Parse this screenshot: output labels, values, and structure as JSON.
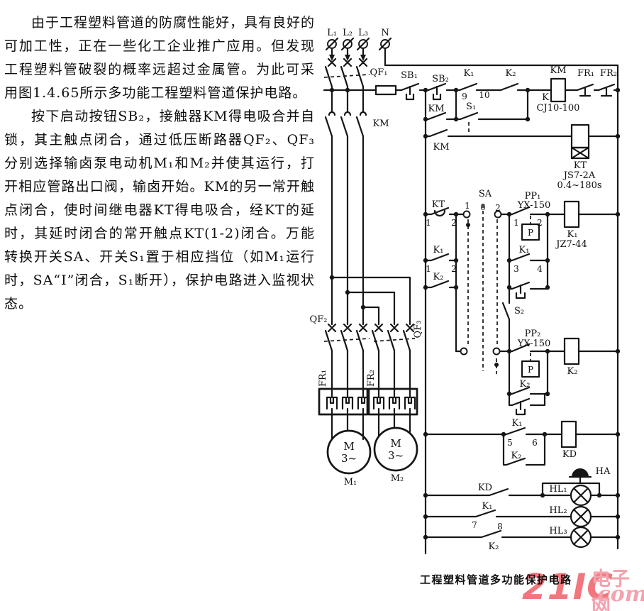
{
  "article": {
    "paragraph_1": "由于工程塑料管道的防腐性能好，具有良好的可加工性，正在一些化工企业推广应用。但发现工程塑料管破裂的概率远超过金属管。为此可采用图1.4.65所示多功能工程塑料管道保护电路。",
    "paragraph_2": "按下启动按钮SB₂，接触器KM得电吸合并自锁，其主触点闭合，通过低压断路器QF₂、QF₃分别选择输卤泵电动机M₁和M₂并使其运行，打开相应管路出口阀，输卤开始。KM的另一常开触点闭合，使时间继电器KT得电吸合，经KT的延时，其延时闭合的常开触点KT(1-2)闭合。万能转换开关SA、开关S₁置于相应挡位（如M₁运行时，SA“I”闭合，S₁断开），保护电路进入监视状态。"
  },
  "figure": {
    "caption": "工程塑料管道多功能保护电路",
    "watermark": {
      "brand": "21IC",
      "suffix": ".com",
      "site_name": "电子网",
      "color_primary": "#f0545e",
      "color_secondary": "#f5a2ae"
    },
    "labels": {
      "l1": "L₁",
      "l2": "L₂",
      "l3": "L₃",
      "n": "N",
      "qf1": "QF₁",
      "qf2": "QF₂",
      "qf3": "QF₃",
      "km_main": "KM",
      "sb1": "SB₁",
      "sb2": "SB₂",
      "km_selflock": "KM",
      "s1": "S₁",
      "k1_910": "K₁",
      "t9": "9",
      "t10": "10",
      "k2_910": "K₂",
      "km_coil": "KM",
      "km_coil_k": "K",
      "km_coil_model": "CJ10-100",
      "fr1_contact": "FR₁",
      "fr2_contact": "FR₂",
      "km_rung2": "KM",
      "kt_coil": "KT",
      "kt_model": "JS7-2A",
      "kt_range": "0.4~180s",
      "kt_contact": "KT",
      "kt_t1": "1",
      "kt_t2": "2",
      "k1_12": "K₁",
      "k1_t1": "1",
      "k1_t2": "2",
      "k2_row": "K₂",
      "sa": "SA",
      "sa_1": "1",
      "sa_0": "0",
      "sa_2": "2",
      "pp1": "PP₁",
      "pp1_model": "YX-150",
      "pp1_t1": "1",
      "pp1_t2": "2",
      "p1": "P",
      "k1_coil": "K₁",
      "k1_model": "JZ7-44",
      "k1_34": "K₁",
      "t3": "3",
      "t4": "4",
      "s2": "S₂",
      "pp2": "PP₂",
      "pp2_model": "YX-150",
      "p2": "P",
      "k2_coil": "K₂",
      "k2_parallel": "K₂",
      "k1_56": "K₁",
      "t5": "5",
      "t6": "6",
      "kd_coil": "KD",
      "k2_kd": "K₂",
      "kd_contact": "KD",
      "ha": "HA",
      "hl1": "HL₁",
      "hl2": "HL₂",
      "hl3": "HL₃",
      "k1_78": "K₁",
      "t7": "7",
      "t8": "8",
      "k2_hl3": "K₂",
      "fr1": "FR₁",
      "fr2": "FR₂",
      "m": "M",
      "m_phase": "3~",
      "m1": "M₁",
      "m2": "M₂"
    }
  }
}
